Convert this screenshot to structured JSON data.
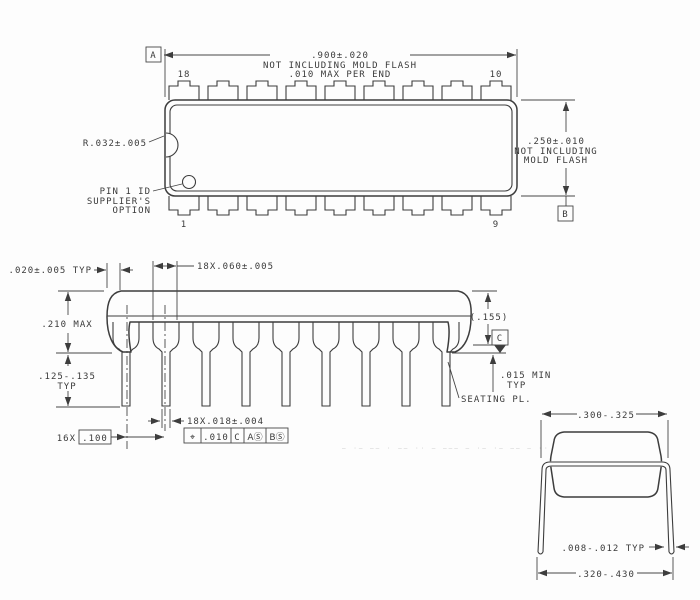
{
  "colors": {
    "line": "#3d3d3d",
    "text": "#3a3a3a",
    "background": "#fdfdfd",
    "watermark": "#c9c9c9"
  },
  "top_view": {
    "datum_a": "A",
    "datum_b": "B",
    "pin_top_left": "18",
    "pin_top_right": "10",
    "pin_bottom_left": "1",
    "pin_bottom_right": "9",
    "width_dim": ".900±.020",
    "width_note1": "NOT INCLUDING MOLD FLASH",
    "width_note2": ".010 MAX PER END",
    "depth_dim": ".250±.010",
    "depth_note1": "NOT INCLUDING",
    "depth_note2": "MOLD FLASH",
    "corner_radius": "R.032±.005",
    "pin1_l1": "PIN 1 ID",
    "pin1_l2": "SUPPLIER'S",
    "pin1_l3": "OPTION"
  },
  "side_view": {
    "end_gap": ".020±.005 TYP",
    "shoulder_width": "18X.060±.005",
    "height_max": ".210 MAX",
    "lead_len1": ".125-.135",
    "lead_len2": "TYP",
    "pitch_count": "16X",
    "pitch": ".100",
    "lead_width": "18X.018±.004",
    "fcf_symbol": "⌖",
    "fcf_tol": ".010",
    "fcf_d1": "C",
    "fcf_d2": "AⓈ",
    "fcf_d3": "BⓈ",
    "body_height_ref": "(.155)",
    "datum_c": "C",
    "standoff1": ".015 MIN",
    "standoff2": "TYP",
    "seating": "SEATING PL."
  },
  "end_view": {
    "width_top": ".300-.325",
    "lead_thickness": ".008-.012 TYP",
    "width_tips": ".320-.430"
  },
  "watermark": "– ·– –– · –– ·· – ––– – ·– ·– –– – ·· –"
}
